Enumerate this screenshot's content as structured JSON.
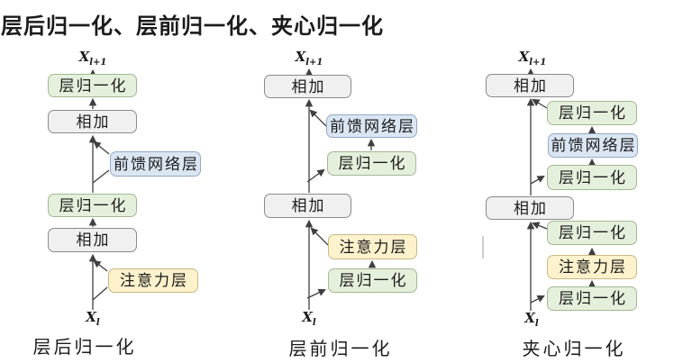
{
  "title": "层后归一化、层前归一化、夹心归一化",
  "colors": {
    "add_fill": "#f0f0f0",
    "add_border": "#8a8a8a",
    "ln_fill": "#e5f0dc",
    "ln_border": "#a3b893",
    "ffn_fill": "#dbe6f3",
    "ffn_border": "#93a9c7",
    "attn_fill": "#fdf2cc",
    "attn_border": "#c9b985",
    "line": "#3f3f3f",
    "text": "#1b1b1b"
  },
  "columns": [
    {
      "caption": "层后归一化",
      "output": {
        "base": "X",
        "sub": "l+1"
      },
      "input": {
        "base": "X",
        "sub": "l"
      },
      "boxes": [
        {
          "label": "层归一化"
        },
        {
          "label": "相加"
        },
        {
          "label": "前馈网络层"
        },
        {
          "label": "层归一化"
        },
        {
          "label": "相加"
        },
        {
          "label": "注意力层"
        }
      ]
    },
    {
      "caption": "层前归一化",
      "output": {
        "base": "X",
        "sub": "l+1"
      },
      "input": {
        "base": "X",
        "sub": "l"
      },
      "boxes": [
        {
          "label": "相加"
        },
        {
          "label": "前馈网络层"
        },
        {
          "label": "层归一化"
        },
        {
          "label": "相加"
        },
        {
          "label": "注意力层"
        },
        {
          "label": "层归一化"
        }
      ]
    },
    {
      "caption": "夹心归一化",
      "output": {
        "base": "X",
        "sub": "l+1"
      },
      "input": {
        "base": "X",
        "sub": "l"
      },
      "boxes": [
        {
          "label": "相加"
        },
        {
          "label": "层归一化"
        },
        {
          "label": "前馈网络层"
        },
        {
          "label": "层归一化"
        },
        {
          "label": "相加"
        },
        {
          "label": "层归一化"
        },
        {
          "label": "注意力层"
        },
        {
          "label": "层归一化"
        }
      ]
    }
  ]
}
